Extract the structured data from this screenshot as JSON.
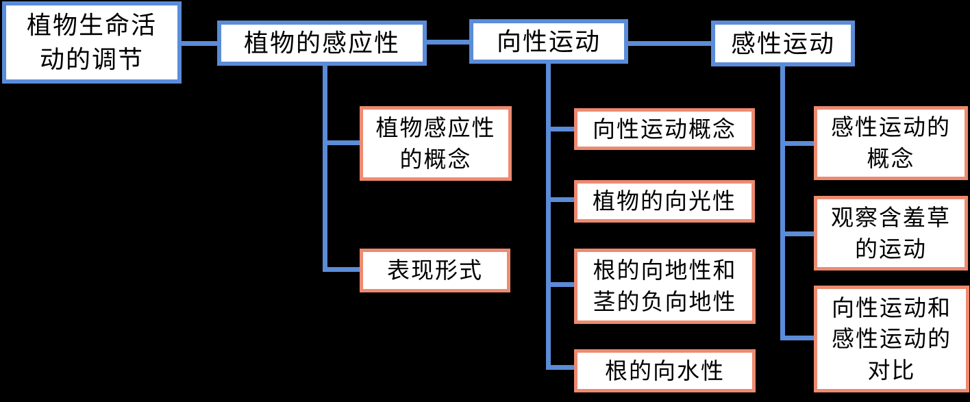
{
  "colors": {
    "background": "#000000",
    "level1_border": "#5b8cd8",
    "level2_border": "#ed8a70",
    "connector": "#5b8cd8",
    "box_fill": "#ffffff",
    "text": "#000000"
  },
  "tree": {
    "root": {
      "label": "植物生命活\n动的调节"
    },
    "branches": [
      {
        "label": "植物的感应性",
        "children": [
          {
            "label": "植物感应性\n的概念"
          },
          {
            "label": "表现形式"
          }
        ]
      },
      {
        "label": "向性运动",
        "children": [
          {
            "label": "向性运动概念"
          },
          {
            "label": "植物的向光性"
          },
          {
            "label": "根的向地性和\n茎的负向地性"
          },
          {
            "label": "根的向水性"
          }
        ]
      },
      {
        "label": "感性运动",
        "children": [
          {
            "label": "感性运动的\n概念"
          },
          {
            "label": "观察含羞草\n的运动"
          },
          {
            "label": "向性运动和\n感性运动的\n对比"
          }
        ]
      }
    ]
  }
}
